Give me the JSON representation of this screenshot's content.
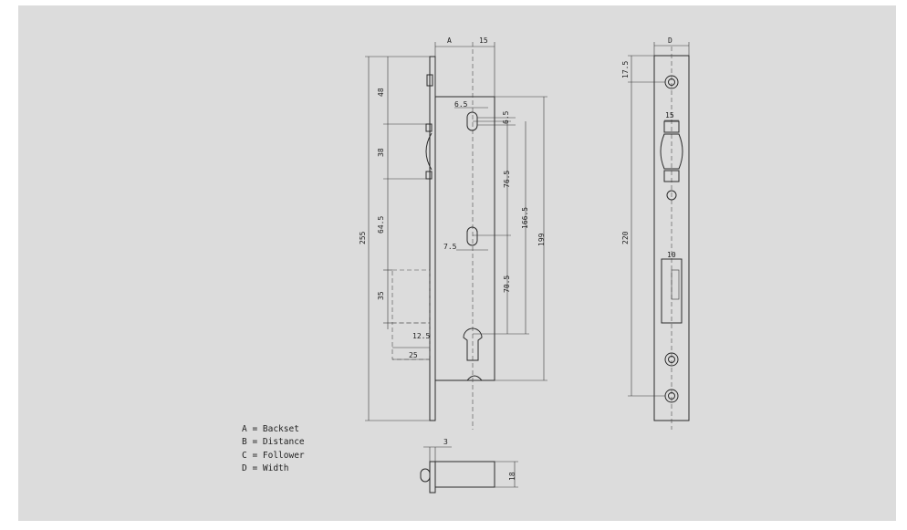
{
  "front_view": {
    "dims": {
      "backset": "A",
      "faceplate_offset": "15",
      "upper_slot_width": "6.5",
      "upper_slot_height": "6.5",
      "top_to_latch": "48",
      "latch_height": "38",
      "latch_to_center": "64.5",
      "deadbolt_height": "35",
      "overall_height": "255",
      "slot_spacing_upper": "76.5",
      "slot_to_cylinder": "166.5",
      "overall_case": "199",
      "lower_slot_width": "7.5",
      "lower_slot_to_cylinder": "70.5",
      "deadbolt_offset": "12.5",
      "deadbolt_throw": "25"
    }
  },
  "side_view": {
    "dims": {
      "width": "D",
      "top_hole": "17.5",
      "latch_width": "15",
      "hole_spacing": "220",
      "deadbolt_width": "10"
    }
  },
  "bottom_view": {
    "dims": {
      "plate_thickness": "3",
      "case_depth": "18"
    }
  },
  "legend": [
    "A = Backset",
    "B = Distance",
    "C = Follower",
    "D = Width"
  ]
}
